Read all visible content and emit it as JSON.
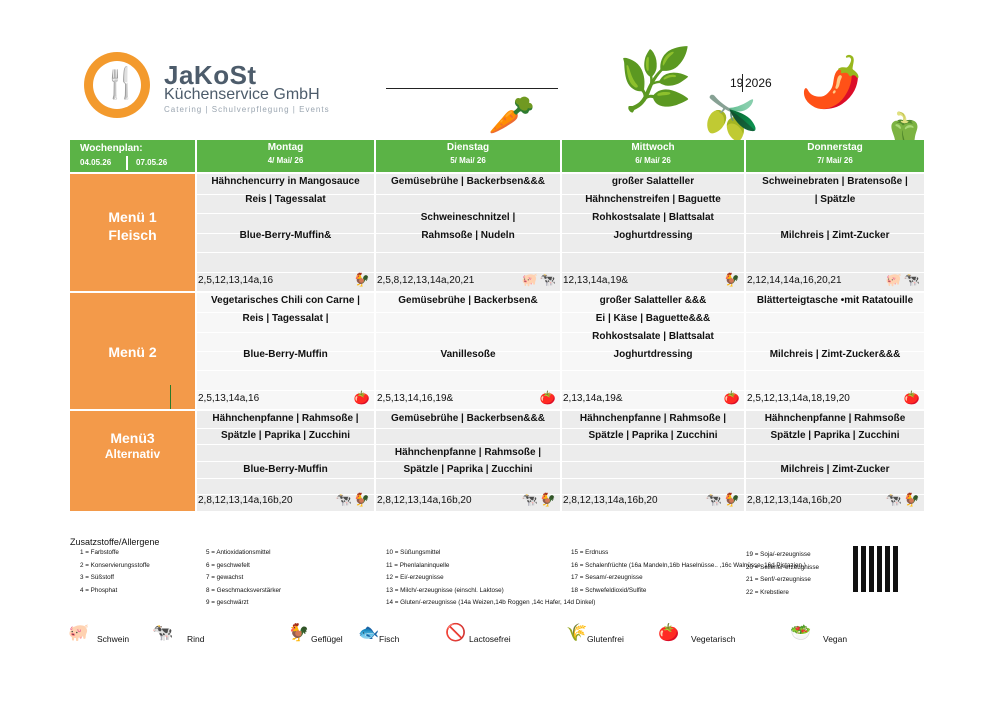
{
  "company": {
    "name": "JaKoSt",
    "subtitle": "Küchenservice GmbH",
    "tagline": "Catering | Schulverpflegung | Events"
  },
  "week": {
    "number": "19",
    "year": "2026"
  },
  "plan": {
    "label": "Wochenplan:",
    "from": "04.05.26",
    "to": "07.05.26"
  },
  "days": [
    {
      "name": "Montag",
      "date": "4/ Mai/ 26"
    },
    {
      "name": "Dienstag",
      "date": "5/ Mai/ 26"
    },
    {
      "name": "Mittwoch",
      "date": "6/ Mai/ 26"
    },
    {
      "name": "Donnerstag",
      "date": "7/ Mai/ 26"
    }
  ],
  "menus": [
    {
      "line1": "Menü 1",
      "line2": "Fleisch"
    },
    {
      "line1": "Menü 2",
      "line2": ""
    },
    {
      "line1": "Menü3",
      "line2": "Alternativ"
    }
  ],
  "menu1": [
    {
      "l1": "Hähnchencurry in Mangosauce",
      "l2": "Reis | Tagessalat",
      "l3": "",
      "l4": "Blue-Berry-Muffin&",
      "codes": "2,5,12,13,14a,16",
      "icons": "poultry-icon"
    },
    {
      "l1": "Gemüsebrühe | Backerbsen&&&",
      "l2": "",
      "l3": "Schweineschnitzel |",
      "l4": "Rahmsoße | Nudeln",
      "codes": "2,5,8,12,13,14a,20,21",
      "icons": "pork-icon"
    },
    {
      "l1": "großer Salatteller",
      "l2": "Hähnchenstreifen | Baguette",
      "l3": "Rohkostsalate | Blattsalat",
      "l4": "Joghurtdressing",
      "codes": "12,13,14a,19&",
      "icons": "poultry-icon"
    },
    {
      "l1": "Schweinebraten | Bratensoße |",
      "l2": "| Spätzle",
      "l3": "",
      "l4": "Milchreis | Zimt-Zucker",
      "codes": "2,12,14,14a,16,20,21",
      "icons": "pork-icon"
    }
  ],
  "menu2": [
    {
      "l1": "Vegetarisches Chili con Carne |",
      "l2": "Reis | Tagessalat |",
      "l3": "",
      "l4": "Blue-Berry-Muffin",
      "codes": "2,5,13,14a,16"
    },
    {
      "l1": "Gemüsebrühe | Backerbsen&",
      "l2": "",
      "l3": "",
      "l4": "Vanillesoße",
      "codes": "2,5,13,14,16,19&"
    },
    {
      "l1": "großer  Salatteller   &&&",
      "l2": "Ei | Käse | Baguette&&&",
      "l3": "Rohkostsalate | Blattsalat",
      "l4": "Joghurtdressing",
      "codes": "2,13,14a,19&"
    },
    {
      "l1": "Blätterteigtasche •mit Ratatouille",
      "l2": "",
      "l3": "",
      "l4": "Milchreis   | Zimt-Zucker&&&",
      "codes": "2,5,12,13,14a,18,19,20"
    }
  ],
  "menu3": [
    {
      "l1": "Hähnchenpfanne | Rahmsoße |",
      "l2": "Spätzle | Paprika | Zucchini",
      "l3": "",
      "l4": "Blue-Berry-Muffin",
      "codes": "2,8,12,13,14a,16b,20"
    },
    {
      "l1": "Gemüsebrühe | Backerbsen&&&",
      "l2": "",
      "l3": "Hähnchenpfanne | Rahmsoße |",
      "l4": "Spätzle | Paprika | Zucchini",
      "codes": "2,8,12,13,14a,16b,20"
    },
    {
      "l1": "Hähnchenpfanne | Rahmsoße |",
      "l2": "Spätzle | Paprika | Zucchini",
      "l3": "",
      "l4": "",
      "codes": "2,8,12,13,14a,16b,20"
    },
    {
      "l1": "Hähnchenpfanne | Rahmsoße",
      "l2": "Spätzle | Paprika | Zucchini",
      "l3": "",
      "l4": "Milchreis | Zimt-Zucker",
      "codes": "2,8,12,13,14a,16b,20"
    }
  ],
  "additives": {
    "title": "Zusatzstoffe/Allergene",
    "col1": [
      "1 = Farbstoffe",
      "2 = Konservierungsstoffe",
      "3 = Süßstoff",
      "4 = Phosphat"
    ],
    "col2": [
      "5 = Antioxidationsmittel",
      "6 = geschwefelt",
      "7 = gewachst",
      "8 = Geschmacksverstärker",
      "9 = geschwärzt"
    ],
    "col3": [
      "10 = Süßungsmittel",
      "11 = Phenlalaninquelle",
      "12 = Ei/-erzeugnisse",
      "13 = Milch/-erzeugnisse (einschl. Laktose)",
      "14 = Gluten/-erzeugnisse (14a Weizen,14b Roggen ,14c Hafer, 14d Dinkel)"
    ],
    "col4": [
      "15 = Erdnuss",
      "16 = Schalenfrüchte (16a Mandeln,16b Haselnüsse.. ,16c Walnüsse, 16d Pistazien.)",
      "17 = Sesam/-erzeugnisse",
      "18 = Schwefeldioxid/Sulfite"
    ],
    "col5": [
      "19 = Soja/-erzeugnisse",
      "20 = Sellerie/-erzeugnisse",
      "21 = Senf/-erzeugnisse",
      "22 = Krebstiere"
    ]
  },
  "legend": [
    "Schwein",
    "Rind",
    "Geflügel",
    "Fisch",
    "Lactosefrei",
    "Glutenfrei",
    "Vegetarisch",
    "Vegan"
  ],
  "colors": {
    "green": "#5bb346",
    "orange": "#f39a4a",
    "cell": "#ececec"
  }
}
